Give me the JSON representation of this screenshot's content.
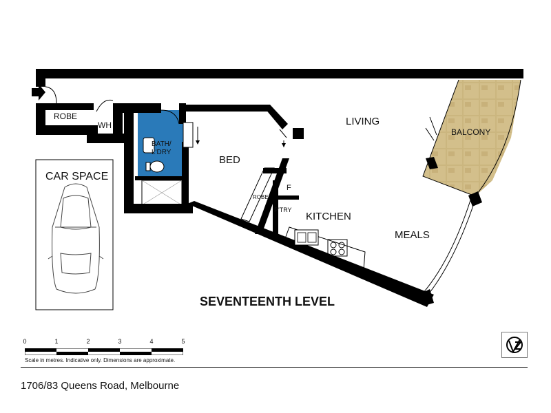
{
  "rooms": {
    "robe_entry": "ROBE",
    "wh": "WH",
    "bath_line1": "BATH/",
    "bath_line2": "L'DRY",
    "bed": "BED",
    "living": "LIVING",
    "balcony": "BALCONY",
    "robe_bed": "ROBE",
    "fridge": "F",
    "pantry": "P'TRY",
    "kitchen": "KITCHEN",
    "meals": "MEALS",
    "car_space": "CAR SPACE"
  },
  "level_title": "SEVENTEENTH LEVEL",
  "scale": {
    "ticks": [
      "0",
      "1",
      "2",
      "3",
      "4",
      "5"
    ],
    "note": "Scale in metres. Indicative only. Dimensions are approximate."
  },
  "address": "1706/83 Queens Road, Melbourne",
  "colors": {
    "wall": "#000000",
    "bathroom": "#2a7ab9",
    "balcony": "#c9b27a"
  }
}
